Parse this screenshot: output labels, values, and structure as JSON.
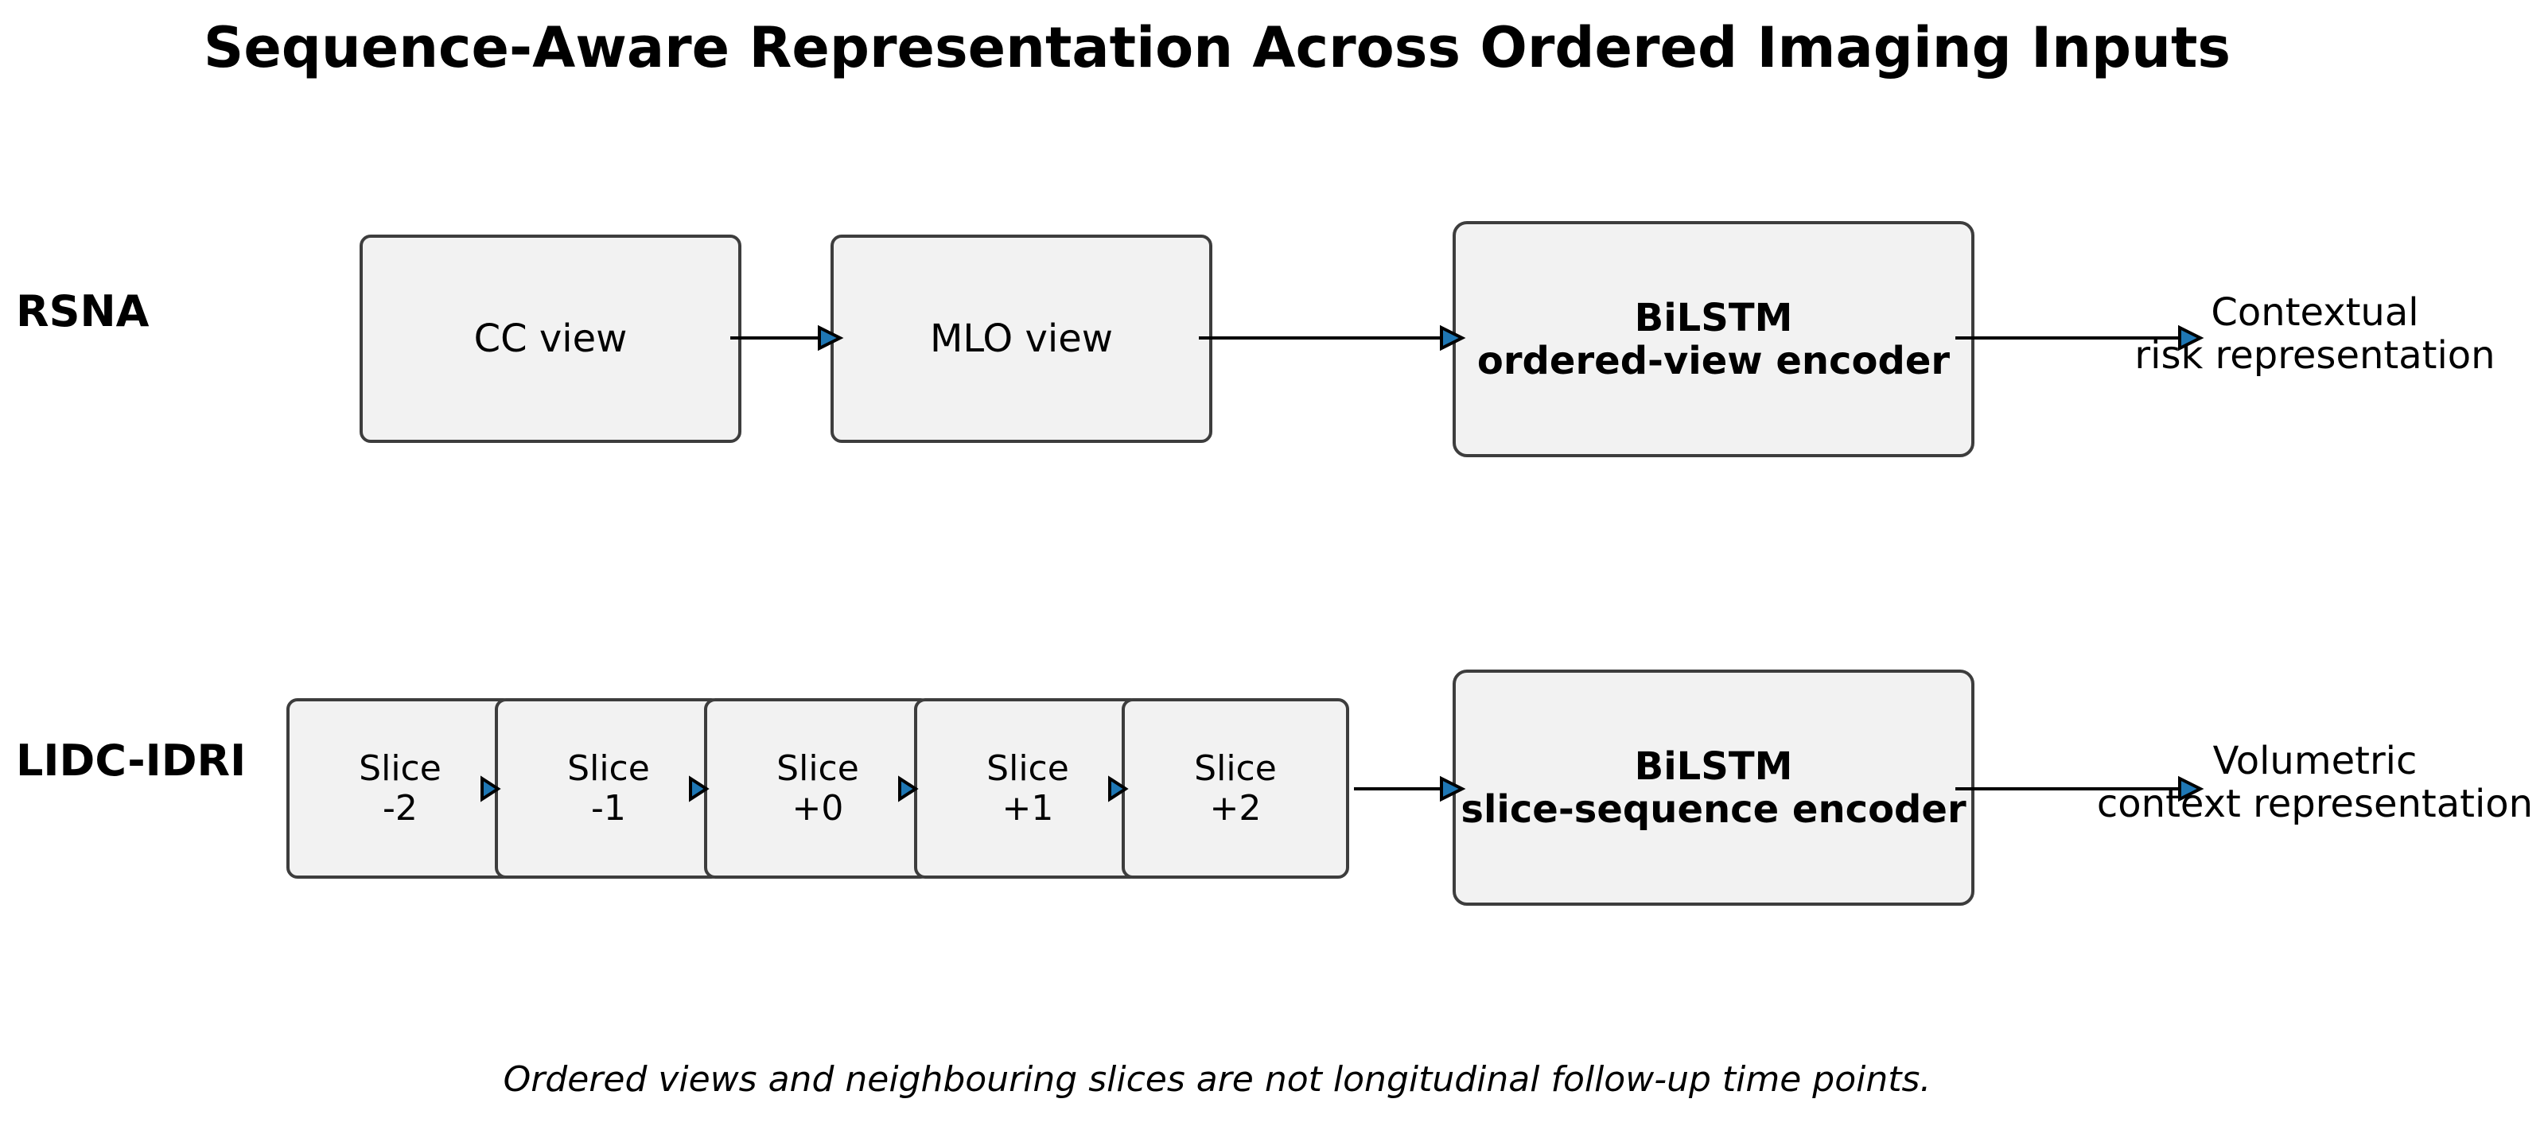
{
  "title": "Sequence-Aware Representation Across Ordered Imaging Inputs",
  "rows": {
    "rsna": {
      "label": "RSNA",
      "views": [
        "CC view",
        "MLO view"
      ],
      "encoder": {
        "line1": "BiLSTM",
        "line2": "ordered-view encoder"
      },
      "output": {
        "line1": "Contextual",
        "line2": "risk representation"
      }
    },
    "lidc": {
      "label": "LIDC-IDRI",
      "slices": [
        {
          "line1": "Slice",
          "line2": "-2"
        },
        {
          "line1": "Slice",
          "line2": "-1"
        },
        {
          "line1": "Slice",
          "line2": "+0"
        },
        {
          "line1": "Slice",
          "line2": "+1"
        },
        {
          "line1": "Slice",
          "line2": "+2"
        }
      ],
      "encoder": {
        "line1": "BiLSTM",
        "line2": "slice-sequence encoder"
      },
      "output": {
        "line1": "Volumetric",
        "line2": "context representation"
      }
    }
  },
  "caption": "Ordered views and neighbouring slices are not longitudinal follow-up time points.",
  "colors": {
    "box_fill": "#f2f2f2",
    "box_border": "#3d3d3d",
    "arrowhead": "#1f77b4"
  }
}
